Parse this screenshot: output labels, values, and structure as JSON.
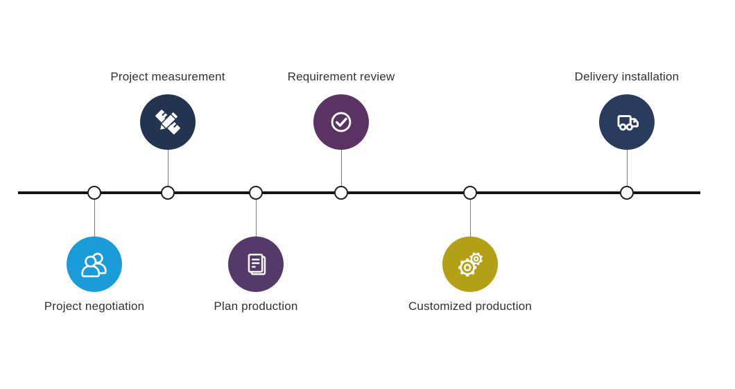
{
  "timeline": {
    "line_color": "#141414",
    "node_fill": "#ffffff",
    "node_border_color": "#1f1f1f",
    "connector_color": "#777777",
    "text_color": "#303030"
  },
  "steps": [
    {
      "label": "Project negotiation",
      "side": "below",
      "icon": "people-icon",
      "color": "#1b9cd8"
    },
    {
      "label": "Project measurement",
      "side": "above",
      "icon": "ruler-pencil-icon",
      "color": "#22344f"
    },
    {
      "label": "Plan production",
      "side": "below",
      "icon": "document-icon",
      "color": "#55396a"
    },
    {
      "label": "Requirement review",
      "side": "above",
      "icon": "check-circle-icon",
      "color": "#5b3264"
    },
    {
      "label": "Customized production",
      "side": "below",
      "icon": "gears-icon",
      "color": "#b3a017"
    },
    {
      "label": "Delivery installation",
      "side": "above",
      "icon": "truck-icon",
      "color": "#2a3c5e"
    }
  ]
}
